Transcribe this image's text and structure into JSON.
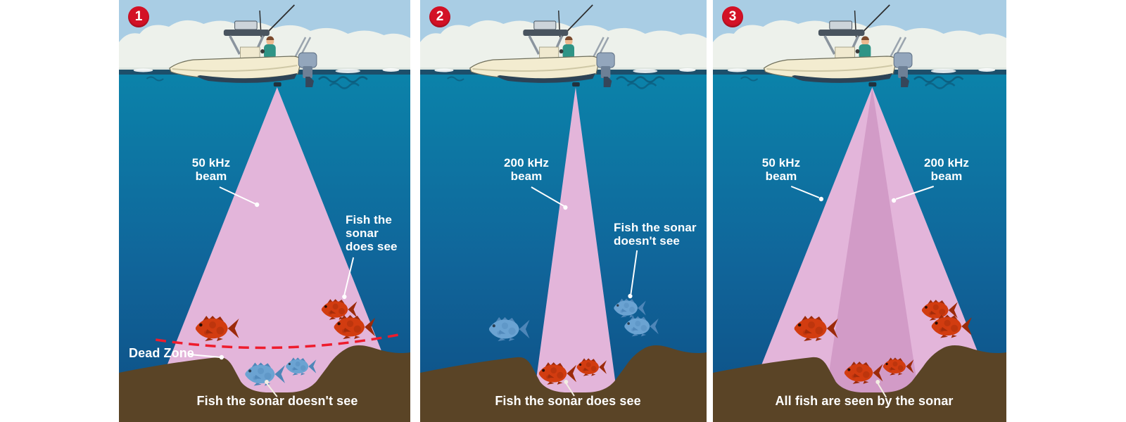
{
  "colors": {
    "background": "#ffffff",
    "sky": "#a9cde4",
    "cloud": "#edf1eb",
    "cloud_shadow": "#dfe6e0",
    "water_top": "#0b83aa",
    "water_bottom": "#0e4f85",
    "waterline": "#1d4f6b",
    "seafloor_brown": "#5a4426",
    "beam_pink": "#e3b5da",
    "beam_inner_pink": "#d29bc7",
    "badge_red": "#d31126",
    "dead_zone_line_red": "#ee1c2d",
    "fish_seen_red": "#d23c10",
    "fish_unseen_blue": "#6ba3d2",
    "label_text": "#ffffff",
    "boat_hull": "#f3ecd0"
  },
  "panels": [
    {
      "badge": "1",
      "beam_labels": [
        {
          "text": "50 kHz\nbeam"
        }
      ],
      "annotations": [
        {
          "text": "Fish the\nsonar\ndoes see"
        },
        {
          "text": "Dead Zone"
        }
      ],
      "caption": "Fish the sonar doesn't see",
      "fish_summary": {
        "red_fish_seen": 3,
        "blue_fish_not_seen": 2
      }
    },
    {
      "badge": "2",
      "beam_labels": [
        {
          "text": "200 kHz\nbeam"
        }
      ],
      "annotations": [
        {
          "text": "Fish the sonar\ndoesn't see"
        }
      ],
      "caption": "Fish the sonar does see",
      "fish_summary": {
        "red_fish_seen": 2,
        "blue_fish_not_seen": 3
      }
    },
    {
      "badge": "3",
      "beam_labels": [
        {
          "text": "50 kHz\nbeam"
        },
        {
          "text": "200 kHz\nbeam"
        }
      ],
      "annotations": [],
      "caption": "All fish are seen by the sonar",
      "fish_summary": {
        "red_fish_seen": 5,
        "blue_fish_not_seen": 0
      }
    }
  ]
}
